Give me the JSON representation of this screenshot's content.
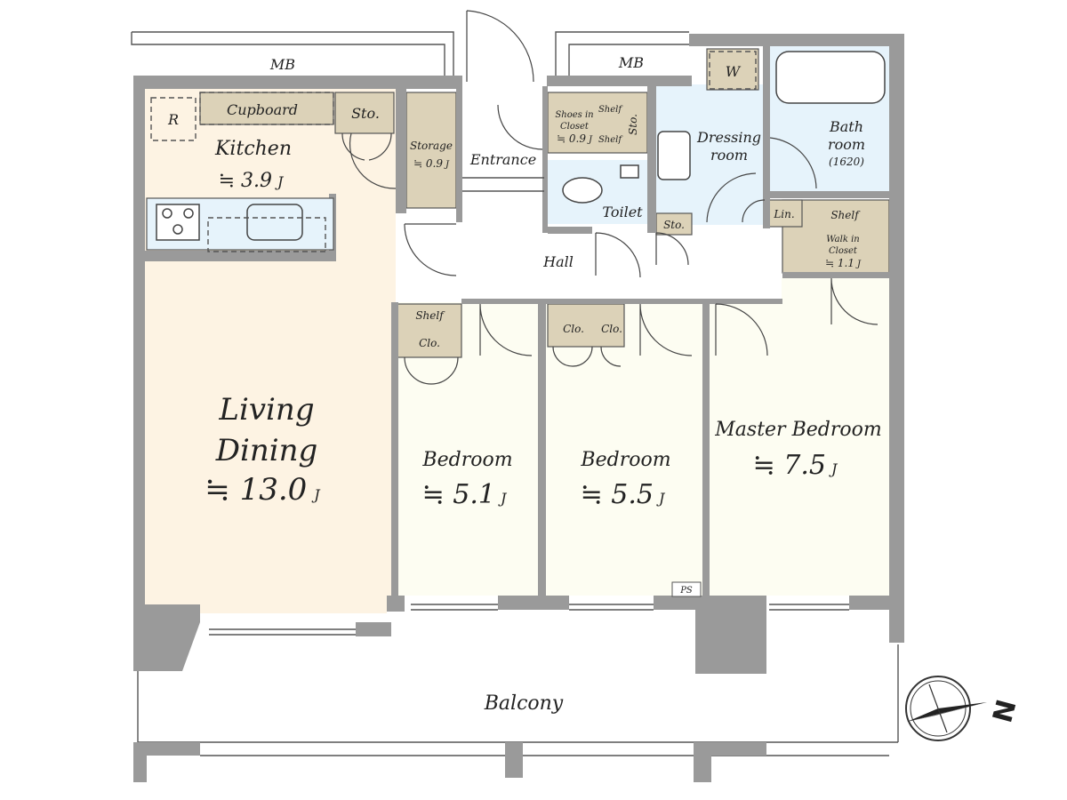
{
  "rooms": {
    "kitchen": {
      "name": "Kitchen",
      "area": "≒ 3.9",
      "unit": "J"
    },
    "living": {
      "name_line1": "Living",
      "name_line2": "Dining",
      "area": "≒ 13.0",
      "unit": "J"
    },
    "bedroom1": {
      "name": "Bedroom",
      "area": "≒ 5.1",
      "unit": "J"
    },
    "bedroom2": {
      "name": "Bedroom",
      "area": "≒ 5.5",
      "unit": "J"
    },
    "master": {
      "name": "Master Bedroom",
      "area": "≒ 7.5",
      "unit": "J"
    },
    "storage": {
      "name": "Storage",
      "area": "≒ 0.9",
      "unit": "J"
    },
    "entrance": {
      "name": "Entrance"
    },
    "shoes": {
      "line1": "Shoes in",
      "line2": "Closet",
      "area": "≒ 0.9",
      "unit": "J"
    },
    "toilet": {
      "name": "Toilet"
    },
    "dressing": {
      "line1": "Dressing",
      "line2": "room"
    },
    "bath": {
      "line1": "Bath",
      "line2": "room",
      "line3": "(1620)"
    },
    "walkin": {
      "line1": "Walk in",
      "line2": "Closet",
      "area": "≒ 1.1",
      "unit": "J"
    },
    "hall": {
      "name": "Hall"
    },
    "balcony": {
      "name": "Balcony"
    }
  },
  "fixtures": {
    "mb_left": "MB",
    "mb_right": "MB",
    "fridge": "R",
    "cupboard": "Cupboard",
    "sto_kitchen": "Sto.",
    "sto_shoes": "Sto.",
    "sto_toilet": "Sto.",
    "shelf_shoes_top": "Shelf",
    "shelf_shoes_bottom": "Shelf",
    "washer": "W",
    "lin": "Lin.",
    "shelf_walkin": "Shelf",
    "shelf_bed1": "Shelf",
    "clo_bed1": "Clo.",
    "clo_bed2a": "Clo.",
    "clo_bed2b": "Clo.",
    "ps": "PS"
  },
  "compass": {
    "label": "N"
  },
  "colors": {
    "living_floor": "#fdf3e3",
    "bedroom_floor": "#fdfdf2",
    "wet_floor": "#e6f3fb",
    "closet": "#dcd2b8",
    "wall": "#9a9a9a"
  }
}
